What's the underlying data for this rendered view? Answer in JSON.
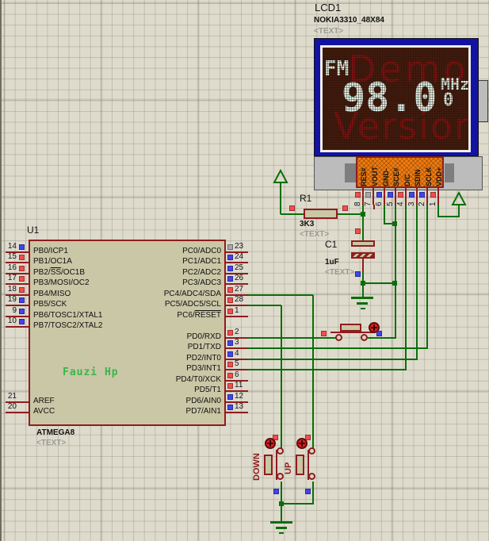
{
  "lcd": {
    "ref": "LCD1",
    "model": "NOKIA3310_48X84",
    "text_placeholder": "<TEXT>",
    "screen": {
      "band_label": "FM",
      "frequency": "98.0",
      "frequency_minor": "0",
      "unit": "MHz",
      "watermark_line1": "Demo",
      "watermark_line2": "Version"
    },
    "pins": [
      {
        "num": "8",
        "label": "RES#",
        "state": "high"
      },
      {
        "num": "7",
        "label": "VOUT",
        "state": "float"
      },
      {
        "num": "6",
        "label": "GND-",
        "state": "low"
      },
      {
        "num": "5",
        "label": "SCE#",
        "state": "low"
      },
      {
        "num": "4",
        "label": "D/C",
        "state": "high"
      },
      {
        "num": "3",
        "label": "SDIN",
        "state": "low"
      },
      {
        "num": "2",
        "label": "SCLK",
        "state": "low"
      },
      {
        "num": "1",
        "label": "VDD+",
        "state": "high"
      }
    ]
  },
  "mcu": {
    "ref": "U1",
    "model": "ATMEGA8",
    "text_placeholder": "<TEXT>",
    "watermark": "Fauzi Hp",
    "left_pins": [
      {
        "num": "14",
        "pre": "PB0/ICP1",
        "bar": "",
        "post": "",
        "state": "low"
      },
      {
        "num": "15",
        "pre": "PB1/OC1A",
        "bar": "",
        "post": "",
        "state": "high"
      },
      {
        "num": "16",
        "pre": "PB2/",
        "bar": "SS",
        "post": "/OC1B",
        "state": "high"
      },
      {
        "num": "17",
        "pre": "PB3/MOSI/OC2",
        "bar": "",
        "post": "",
        "state": "high"
      },
      {
        "num": "18",
        "pre": "PB4/MISO",
        "bar": "",
        "post": "",
        "state": "high"
      },
      {
        "num": "19",
        "pre": "PB5/SCK",
        "bar": "",
        "post": "",
        "state": "low"
      },
      {
        "num": "9",
        "pre": "PB6/TOSC1/XTAL1",
        "bar": "",
        "post": "",
        "state": "low"
      },
      {
        "num": "10",
        "pre": "PB7/TOSC2/XTAL2",
        "bar": "",
        "post": "",
        "state": "low"
      },
      {
        "num": "21",
        "pre": "AREF",
        "bar": "",
        "post": "",
        "state": "none"
      },
      {
        "num": "20",
        "pre": "AVCC",
        "bar": "",
        "post": "",
        "state": "none"
      }
    ],
    "right_pins": [
      {
        "num": "23",
        "pre": "PC0/ADC0",
        "bar": "",
        "post": "",
        "state": "float"
      },
      {
        "num": "24",
        "pre": "PC1/ADC1",
        "bar": "",
        "post": "",
        "state": "low"
      },
      {
        "num": "25",
        "pre": "PC2/ADC2",
        "bar": "",
        "post": "",
        "state": "low"
      },
      {
        "num": "26",
        "pre": "PC3/ADC3",
        "bar": "",
        "post": "",
        "state": "low"
      },
      {
        "num": "27",
        "pre": "PC4/ADC4/SDA",
        "bar": "",
        "post": "",
        "state": "high"
      },
      {
        "num": "28",
        "pre": "PC5/ADC5/SCL",
        "bar": "",
        "post": "",
        "state": "high"
      },
      {
        "num": "1",
        "pre": "PC6/",
        "bar": "RESET",
        "post": "",
        "state": "high"
      },
      {
        "num": "2",
        "pre": "PD0/RXD",
        "bar": "",
        "post": "",
        "state": "high"
      },
      {
        "num": "3",
        "pre": "PD1/TXD",
        "bar": "",
        "post": "",
        "state": "low"
      },
      {
        "num": "4",
        "pre": "PD2/INT0",
        "bar": "",
        "post": "",
        "state": "low"
      },
      {
        "num": "5",
        "pre": "PD3/INT1",
        "bar": "",
        "post": "",
        "state": "high"
      },
      {
        "num": "6",
        "pre": "PD4/T0/XCK",
        "bar": "",
        "post": "",
        "state": "high"
      },
      {
        "num": "11",
        "pre": "PD5/T1",
        "bar": "",
        "post": "",
        "state": "high"
      },
      {
        "num": "12",
        "pre": "PD6/AIN0",
        "bar": "",
        "post": "",
        "state": "low"
      },
      {
        "num": "13",
        "pre": "PD7/AIN1",
        "bar": "",
        "post": "",
        "state": "low"
      }
    ]
  },
  "resistor": {
    "ref": "R1",
    "value": "3K3",
    "text_placeholder": "<TEXT>"
  },
  "capacitor": {
    "ref": "C1",
    "value": "1uF",
    "text_placeholder": "<TEXT>"
  },
  "buttons": {
    "down_label": "DOWN",
    "up_label": "UP"
  },
  "probes": {
    "r1_left": {
      "state": "high"
    },
    "r1_right": {
      "state": "high"
    },
    "reset_wire": {
      "state": "high"
    },
    "c1_bottom": {
      "state": "low"
    },
    "pd0_wire": {
      "state": "high"
    },
    "btn_pd0_right": {
      "state": "low"
    },
    "btn_down_top": {
      "state": "high"
    },
    "btn_up_top": {
      "state": "high"
    },
    "btn_down_bottom": {
      "state": "low"
    },
    "btn_up_bottom": {
      "state": "low"
    }
  },
  "colors": {
    "wire_green": "#0a6e0a",
    "component_red": "#8f1d1d",
    "state_high": "#f44d4d",
    "state_low": "#4343ee",
    "state_float": "#a8a8a8",
    "lcd_frame_blue": "#1212a4",
    "lcd_screen_bg": "#401c0e",
    "lcd_text_bright": "#d9f0e6",
    "lcd_watermark_red": "#7c1111",
    "connector_orange": "#ef7d12",
    "watermark_green": "#3ab54a",
    "grid_bg": "#dedbcd"
  }
}
